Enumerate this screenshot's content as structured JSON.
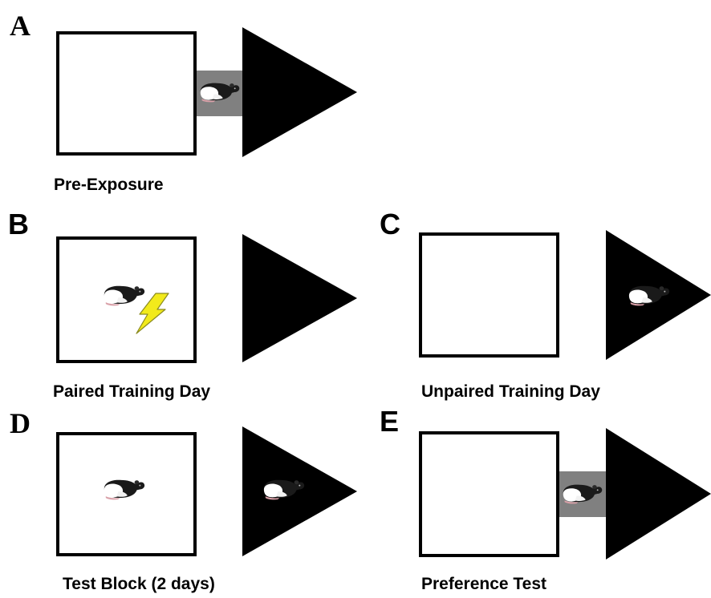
{
  "panels": {
    "a": {
      "letter": "A",
      "caption": "Pre-Exposure"
    },
    "b": {
      "letter": "B",
      "caption": "Paired Training Day"
    },
    "c": {
      "letter": "C",
      "caption": "Unpaired Training Day"
    },
    "d": {
      "letter": "D",
      "caption": "Test Block (2 days)"
    },
    "e": {
      "letter": "E",
      "caption": "Preference Test"
    }
  },
  "colors": {
    "tunnel": "#808080",
    "dark_compartment": "#000000",
    "light_compartment": "#ffffff",
    "shock": "#f2ea1b"
  },
  "icons": {
    "animal": "rat-icon",
    "shock": "lightning-bolt-icon"
  }
}
